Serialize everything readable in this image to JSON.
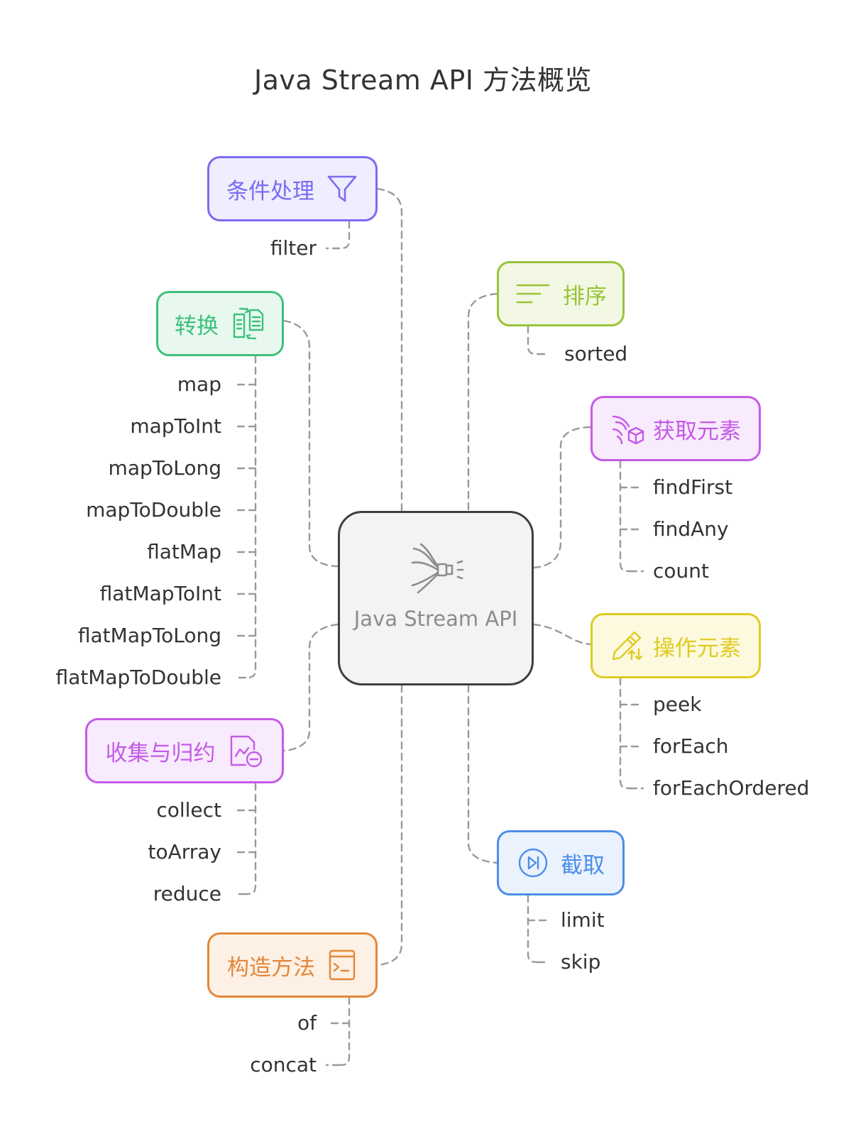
{
  "title": "Java Stream API 方法概览",
  "center": {
    "label": "Java Stream API",
    "icon": "stream-funnel-icon"
  },
  "groups": [
    {
      "id": "filter",
      "label": "条件处理",
      "icon": "filter-icon",
      "color": "#7a6cf0",
      "bg": "#efedfe",
      "items": [
        "filter"
      ]
    },
    {
      "id": "transform",
      "label": "转换",
      "icon": "convert-document-icon",
      "color": "#3ec07c",
      "bg": "#e8f8ef",
      "items": [
        "map",
        "mapToInt",
        "mapToLong",
        "mapToDouble",
        "flatMap",
        "flatMapToInt",
        "flatMapToLong",
        "flatMapToDouble"
      ]
    },
    {
      "id": "collect",
      "label": "收集与归约",
      "icon": "chart-minus-icon",
      "color": "#c45be6",
      "bg": "#f8ebfd",
      "items": [
        "collect",
        "toArray",
        "reduce"
      ]
    },
    {
      "id": "construct",
      "label": "构造方法",
      "icon": "terminal-icon",
      "color": "#e3873a",
      "bg": "#fdf0e4",
      "items": [
        "of",
        "concat"
      ]
    },
    {
      "id": "sort",
      "label": "排序",
      "icon": "sort-lines-icon",
      "color": "#98c437",
      "bg": "#f2f8e3",
      "items": [
        "sorted"
      ]
    },
    {
      "id": "fetch",
      "label": "获取元素",
      "icon": "wind-package-icon",
      "color": "#c45be6",
      "bg": "#f8ebfd",
      "items": [
        "findFirst",
        "findAny",
        "count"
      ]
    },
    {
      "id": "operate",
      "label": "操作元素",
      "icon": "pencil-arrows-icon",
      "color": "#e0cb22",
      "bg": "#fcf9de",
      "items": [
        "peek",
        "forEach",
        "forEachOrdered"
      ]
    },
    {
      "id": "slice",
      "label": "截取",
      "icon": "skip-circle-icon",
      "color": "#4d8ee8",
      "bg": "#eaf2fd",
      "items": [
        "limit",
        "skip"
      ]
    }
  ],
  "connector_color": "#9a9a9a"
}
